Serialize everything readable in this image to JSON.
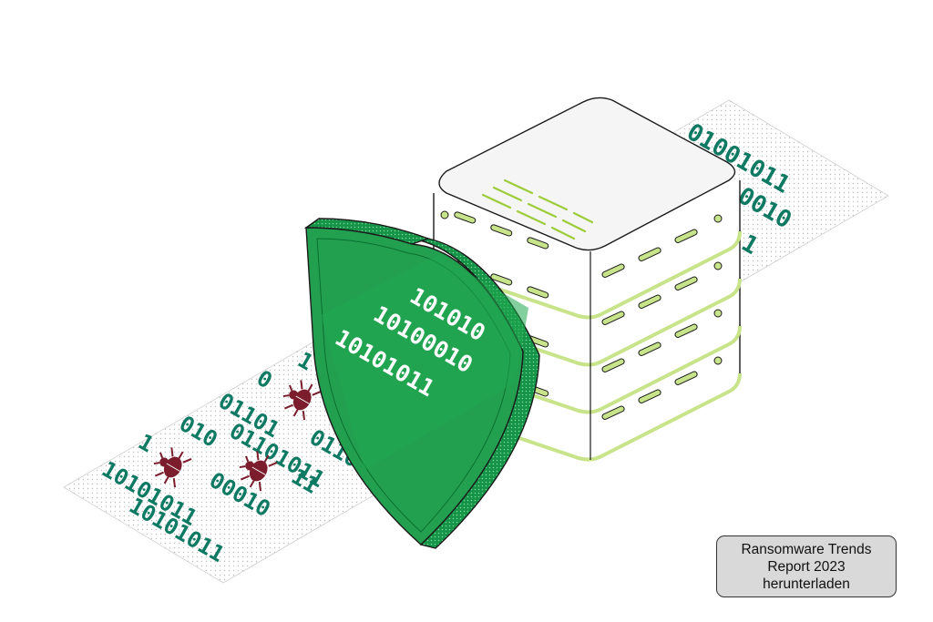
{
  "cta": {
    "line1": "Ransomware Trends",
    "line2": "Report 2023",
    "line3": "herunterladen"
  },
  "tape_right": {
    "row1": "01001011",
    "row2": "0010",
    "row3": "1"
  },
  "shield_bits": {
    "row1": "101010",
    "row2": "10100010",
    "row3": "10101011"
  },
  "tape_left": {
    "row1": "1",
    "row2": "101",
    "row3": "10",
    "row4": "0",
    "row5": "11",
    "row6": "01101",
    "row7": "0110",
    "row8": "010",
    "row9": "01101011",
    "row10": "1",
    "row11": "00010",
    "row12": "11",
    "row13": "10101011",
    "row14": "10101011"
  },
  "colors": {
    "shield_green": "#22a050",
    "shield_dark": "#0b7a36",
    "code_teal": "#0f7a63",
    "bug_red": "#7b1d2c",
    "server_accent": "#c8e48a",
    "server_white": "#ffffff",
    "outline": "#1a1a1a"
  },
  "icons": [
    "bug-icon",
    "shield-icon",
    "server-stack-icon"
  ]
}
